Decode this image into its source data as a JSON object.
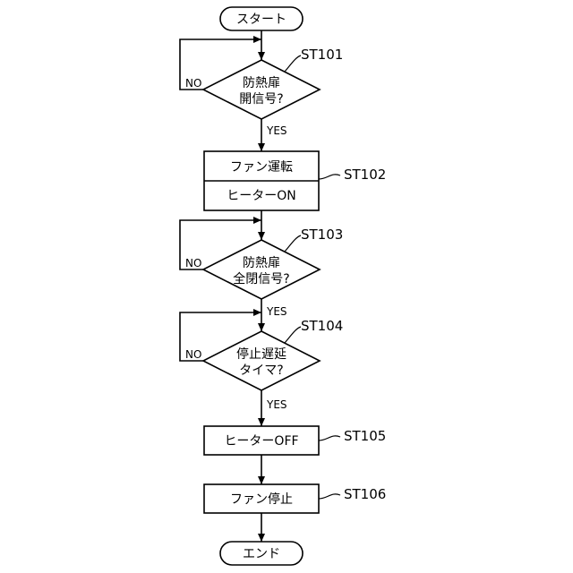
{
  "flowchart": {
    "start_label": "スタート",
    "end_label": "エンド",
    "yes_label": "YES",
    "no_label": "NO",
    "st101": {
      "step": "ST101",
      "line1": "防熱扉",
      "line2": "開信号?"
    },
    "st102": {
      "step": "ST102",
      "line1": "ファン運転",
      "line2": "ヒーターON"
    },
    "st103": {
      "step": "ST103",
      "line1": "防熱扉",
      "line2": "全閉信号?"
    },
    "st104": {
      "step": "ST104",
      "line1": "停止遅延",
      "line2": "タイマ?"
    },
    "st105": {
      "step": "ST105",
      "label": "ヒーターOFF"
    },
    "st106": {
      "step": "ST106",
      "label": "ファン停止"
    }
  }
}
